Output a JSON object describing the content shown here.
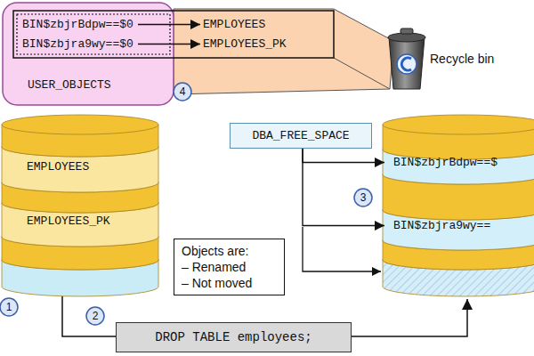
{
  "diagram": {
    "nodes": [
      {
        "text": [
          "USER_OBJECTS"
        ]
      },
      {
        "text": [
          "BIN$zbjrBdpw==$0"
        ]
      },
      {
        "text": [
          "EMPLOYEES"
        ]
      },
      {
        "text": [
          "BIN$zbjra9wy==$0"
        ]
      },
      {
        "text": [
          "EMPLOYEES_PK"
        ]
      },
      {
        "text": [
          "EMPLOYEES"
        ]
      },
      {
        "text": [
          "EMPLOYEES_PK"
        ]
      },
      {
        "text": [
          "DBA_FREE_SPACE"
        ]
      },
      {
        "text": [
          "BIN$zbjrBdpw==$"
        ]
      },
      {
        "text": [
          "BIN$zbjra9wy=="
        ]
      },
      {
        "text": [
          "Objects are:",
          "– Renamed",
          "– Not moved"
        ]
      },
      {
        "text": [
          "DROP TABLE employees;"
        ]
      }
    ],
    "edges": [
      {
        "from": 1,
        "to": 2,
        "arrow": "to"
      },
      {
        "from": 3,
        "to": 4,
        "arrow": "to"
      },
      {
        "from": 7,
        "to": 8,
        "arrow": "to"
      },
      {
        "from": 7,
        "to": 9,
        "arrow": "to"
      }
    ],
    "labels": [
      "Recycle bin",
      "4",
      "3",
      "1",
      "2"
    ]
  }
}
